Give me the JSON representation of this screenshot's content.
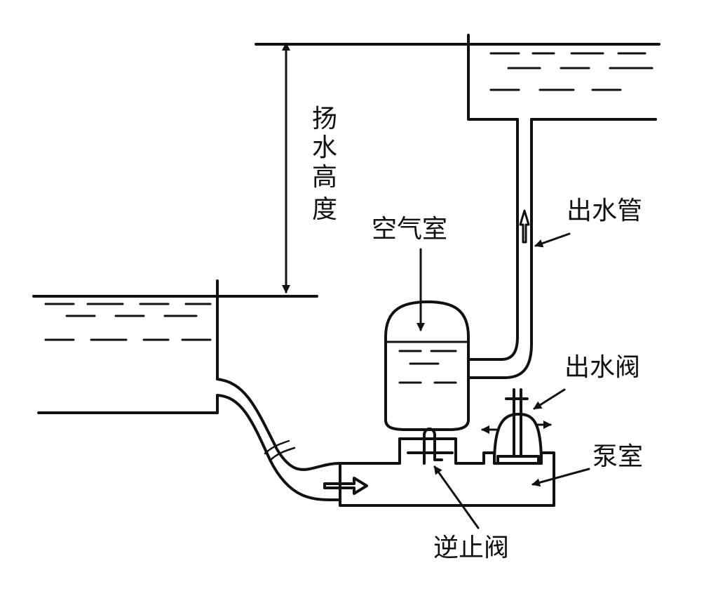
{
  "labels": {
    "lift_height": [
      "扬",
      "水",
      "高",
      "度"
    ],
    "air_chamber": "空气室",
    "outlet_pipe": "出水管",
    "outlet_valve": "出水阀",
    "pump_chamber": "泵室",
    "check_valve": "逆止阀"
  },
  "colors": {
    "ink": "#111111",
    "background": "#ffffff"
  }
}
